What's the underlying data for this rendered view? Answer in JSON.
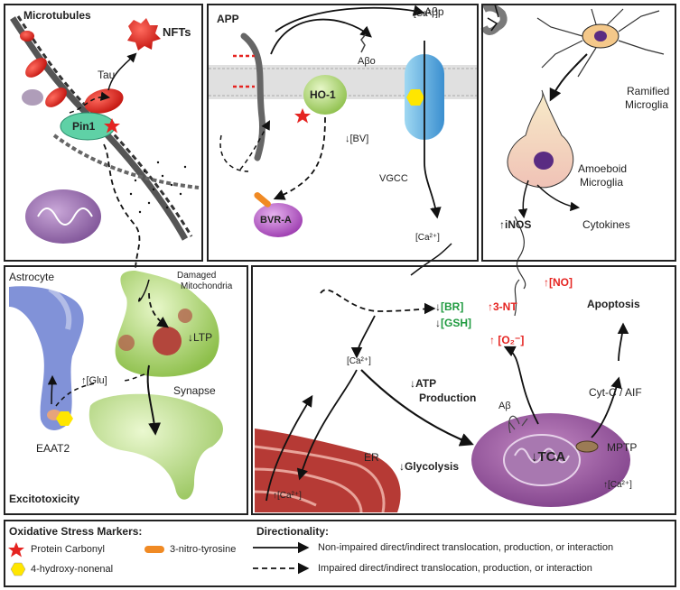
{
  "panel_tau": {
    "microtubules": "Microtubules",
    "nfts": "NFTs",
    "tau": "Tau",
    "pin1": "Pin1"
  },
  "panel_app": {
    "app": "APP",
    "abeta_p": "Aβp",
    "abeta_o": "Aβo",
    "ca_top": "[Ca²⁺]",
    "ho1": "HO-1",
    "bv": "[BV]",
    "vgcc": "VGCC",
    "bvra": "BVR-A",
    "ca_bottom": "[Ca²⁺]"
  },
  "panel_microglia": {
    "ramified": "Ramified",
    "ramified2": "Microglia",
    "amoeboid": "Amoeboid",
    "amoeboid2": "Microglia",
    "inos": "iNOS",
    "cytokines": "Cytokines"
  },
  "panel_synapse": {
    "astrocyte": "Astrocyte",
    "damaged": "Damaged",
    "damaged2": "Mitochondria",
    "ltp": "LTP",
    "glu": "[Glu]",
    "synapse": "Synapse",
    "eaat2": "EAAT2",
    "excito": "Excitotoxicity"
  },
  "panel_apoptosis": {
    "br": "[BR]",
    "gsh": "[GSH]",
    "nt3": "3-NT",
    "no": "[NO]",
    "o2": "[O₂⁻]",
    "apoptosis": "Apoptosis",
    "ca": "[Ca²⁺]",
    "atp1": "ATP",
    "atp2": "Production",
    "cytc": "Cyt-C / AIF",
    "abeta": "Aβ",
    "mptp": "MPTP",
    "er": "ER",
    "tca": "TCA",
    "glycolysis": "Glycolysis",
    "ca_er": "[Ca²⁺]",
    "ca_mito": "[Ca²⁺]"
  },
  "legend": {
    "ox_title": "Oxidative Stress Markers:",
    "protein_carbonyl": "Protein Carbonyl",
    "nitro_tyrosine": "3-nitro-tyrosine",
    "hne": "4-hydroxy-nonenal",
    "dir_title": "Directionality:",
    "solid": "Non-impaired direct/indirect translocation, production, or interaction",
    "dashed": "Impaired direct/indirect translocation, production, or interaction"
  },
  "colors": {
    "marker_red": "#e52421",
    "marker_yellow": "#ffe600",
    "marker_orange": "#f08a24",
    "text_red": "#e52421",
    "text_green": "#1f9a3f"
  }
}
